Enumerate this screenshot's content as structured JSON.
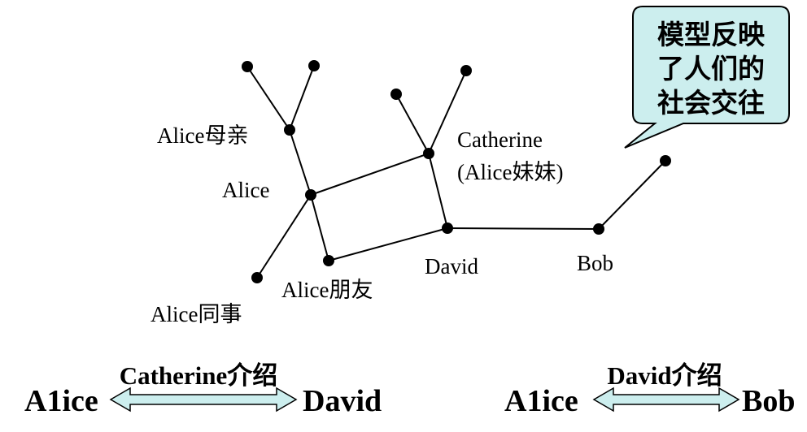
{
  "diagram": {
    "nodes": [
      {
        "id": "alice_mother",
        "label": "Alice母亲"
      },
      {
        "id": "alice",
        "label": "Alice"
      },
      {
        "id": "catherine",
        "label": "Catherine",
        "label2": "(Alice妹妹)"
      },
      {
        "id": "alice_coworker",
        "label": "Alice同事"
      },
      {
        "id": "alice_friend",
        "label": "Alice朋友"
      },
      {
        "id": "david",
        "label": "David"
      },
      {
        "id": "bob",
        "label": "Bob"
      }
    ],
    "callout": {
      "lines": [
        "模型反映",
        "了人们的",
        "社会交往"
      ],
      "fill": "#cceeee"
    },
    "introductions": [
      {
        "left": "A1ice",
        "via": "Catherine介绍",
        "right": "David"
      },
      {
        "left": "A1ice",
        "via": "David介绍",
        "right": "Bob"
      }
    ],
    "arrow_fill": "#cceeee",
    "edge_color": "#000000"
  }
}
